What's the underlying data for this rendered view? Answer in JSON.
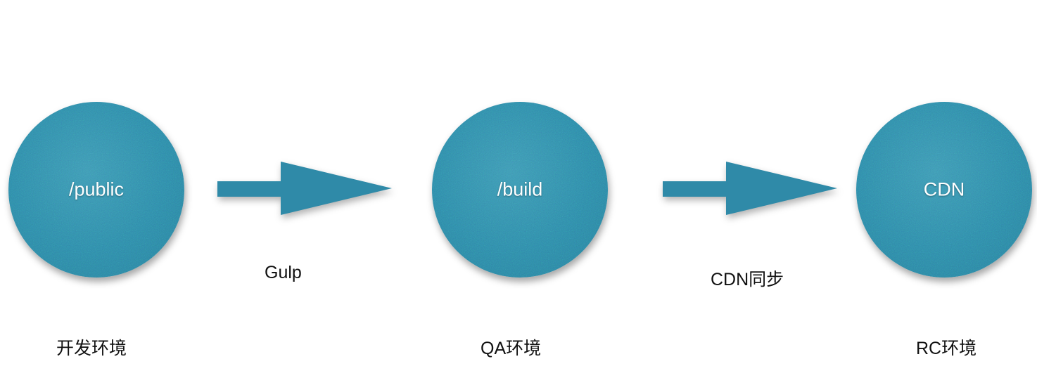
{
  "colors": {
    "node_fill": "#2f8aa8",
    "node_text": "#ffffff",
    "caption_text": "#111111",
    "background": "#ffffff"
  },
  "nodes": [
    {
      "label": "/public"
    },
    {
      "label": "/build"
    },
    {
      "label": "CDN"
    }
  ],
  "transitions": [
    {
      "label": "Gulp"
    },
    {
      "label": "CDN同步"
    }
  ],
  "environments": [
    {
      "label": "开发环境"
    },
    {
      "label": "QA环境"
    },
    {
      "label": "RC环境"
    }
  ]
}
